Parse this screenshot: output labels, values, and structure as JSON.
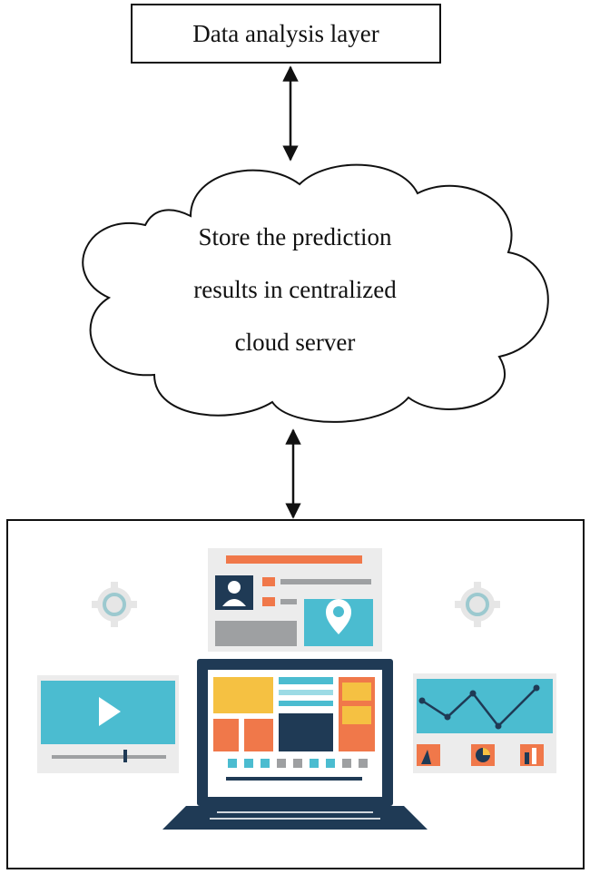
{
  "top_box": {
    "label": "Data analysis layer"
  },
  "cloud": {
    "lines": [
      "Store the prediction",
      "results in centralized",
      "cloud server"
    ]
  },
  "icons": {
    "gear_left": "gear-icon",
    "gear_right": "gear-icon",
    "profile_card": "profile-card-icon",
    "location_pin": "location-pin-icon",
    "video_player": "video-player-icon",
    "line_chart": "line-chart-icon",
    "laptop": "laptop-icon"
  },
  "colors": {
    "orange": "#f0784a",
    "teal": "#4bbcd0",
    "yellow": "#f5c142",
    "navy": "#1f3a55",
    "gray": "#9ea0a2",
    "light": "#ececec"
  }
}
